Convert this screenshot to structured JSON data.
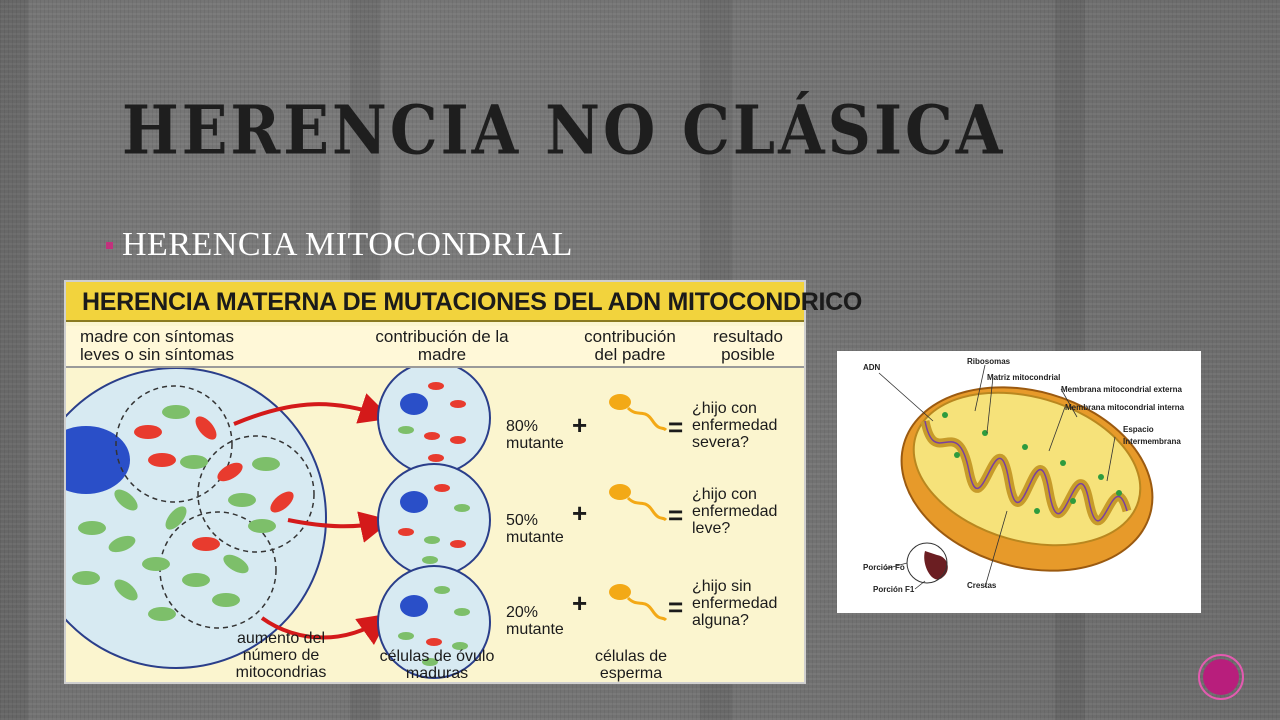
{
  "slide": {
    "title": "HERENCIA NO CLÁSICA",
    "bullet": "HERENCIA MITOCONDRIAL"
  },
  "colors": {
    "bullet": "#c2327d",
    "nav_button": "#b81e7c",
    "header_band": "#f2d33d"
  },
  "diagram_left": {
    "header": "HERENCIA MATERNA DE MUTACIONES DEL ADN MITOCONDRICO",
    "columns": [
      [
        "madre con síntomas",
        "leves o sin síntomas"
      ],
      [
        "contribución de la",
        "madre"
      ],
      [
        "contribución",
        "del padre"
      ],
      [
        "resultado",
        "posible"
      ]
    ],
    "rows": [
      {
        "percent": "80%",
        "mutant": "mutante",
        "plus": "+",
        "equals": "=",
        "result": [
          "¿hijo con",
          "enfermedad",
          "severa?"
        ]
      },
      {
        "percent": "50%",
        "mutant": "mutante",
        "plus": "+",
        "equals": "=",
        "result": [
          "¿hijo con",
          "enfermedad",
          "leve?"
        ]
      },
      {
        "percent": "20%",
        "mutant": "mutante",
        "plus": "+",
        "equals": "=",
        "result": [
          "¿hijo sin",
          "enfermedad",
          "alguna?"
        ]
      }
    ],
    "footer": {
      "increase": [
        "aumento del",
        "número de",
        "mitocondrias"
      ],
      "ovules": [
        "células de óvulo",
        "maduras"
      ],
      "sperm": [
        "células de",
        "esperma"
      ]
    }
  },
  "diagram_right": {
    "labels": {
      "adn": "ADN",
      "ribosomas": "Ribosomas",
      "matriz": "Matriz mitocondrial",
      "membrana_externa": "Membrana mitocondrial externa",
      "membrana_interna": "Membrana mitocondrial interna",
      "espacio_1": "Espacio",
      "espacio_2": "Intermembrana",
      "porcion_fo": "Porción Fo",
      "porcion_f1": "Porción F1",
      "crestas": "Crestas"
    }
  }
}
